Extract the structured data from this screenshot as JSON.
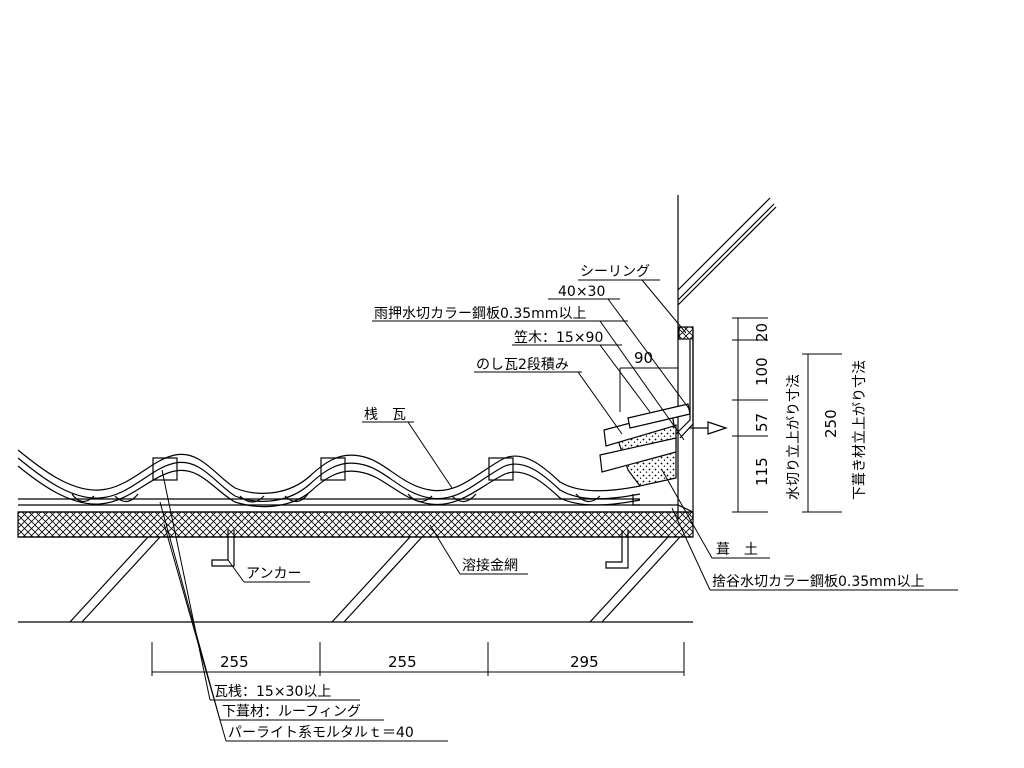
{
  "labels": {
    "sealing": "シーリング",
    "batten_40x30": "40×30",
    "flashing_top": "雨押水切カラー鋼板0.35mm以上",
    "kasagi": "笠木：15×90",
    "noshi": "のし瓦2段積み",
    "sangawara": "桟　瓦",
    "fukitsuchi": "葺　土",
    "flashing_bottom": "捨谷水切カラー鋼板0.35mm以上",
    "anchor": "アンカー",
    "wire_mesh": "溶接金網",
    "tile_batten": "瓦桟：15×30以上",
    "underlay": "下葺材：ルーフィング",
    "perlite": "パーライト系モルタルｔ＝40"
  },
  "dimensions": {
    "horizontal": [
      "255",
      "255",
      "295"
    ],
    "dim_90": "90",
    "dim_20": "20",
    "dim_100": "100",
    "dim_57": "57",
    "dim_115": "115",
    "dim_250": "250",
    "caption_flashing_rise": "水切り立上がり寸法",
    "caption_underlay_rise": "下葺き材立上がり寸法"
  },
  "colors": {
    "line": "#000000",
    "background": "#ffffff"
  }
}
